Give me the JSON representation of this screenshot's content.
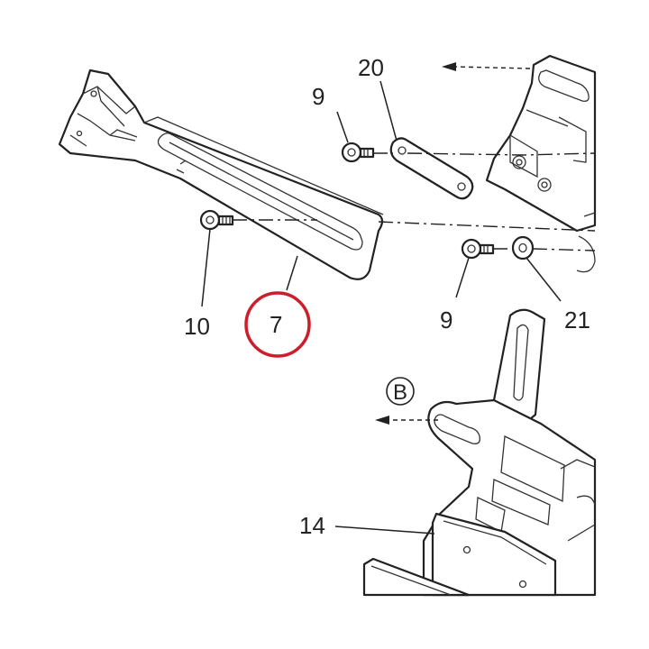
{
  "callouts": {
    "part_7": "7",
    "part_9_upper": "9",
    "part_9_lower": "9",
    "part_10": "10",
    "part_14": "14",
    "part_20": "20",
    "part_21": "21",
    "view_b": "B"
  },
  "colors": {
    "line": "#222222",
    "highlight_circle": "#cc1f2b",
    "background": "#ffffff"
  }
}
